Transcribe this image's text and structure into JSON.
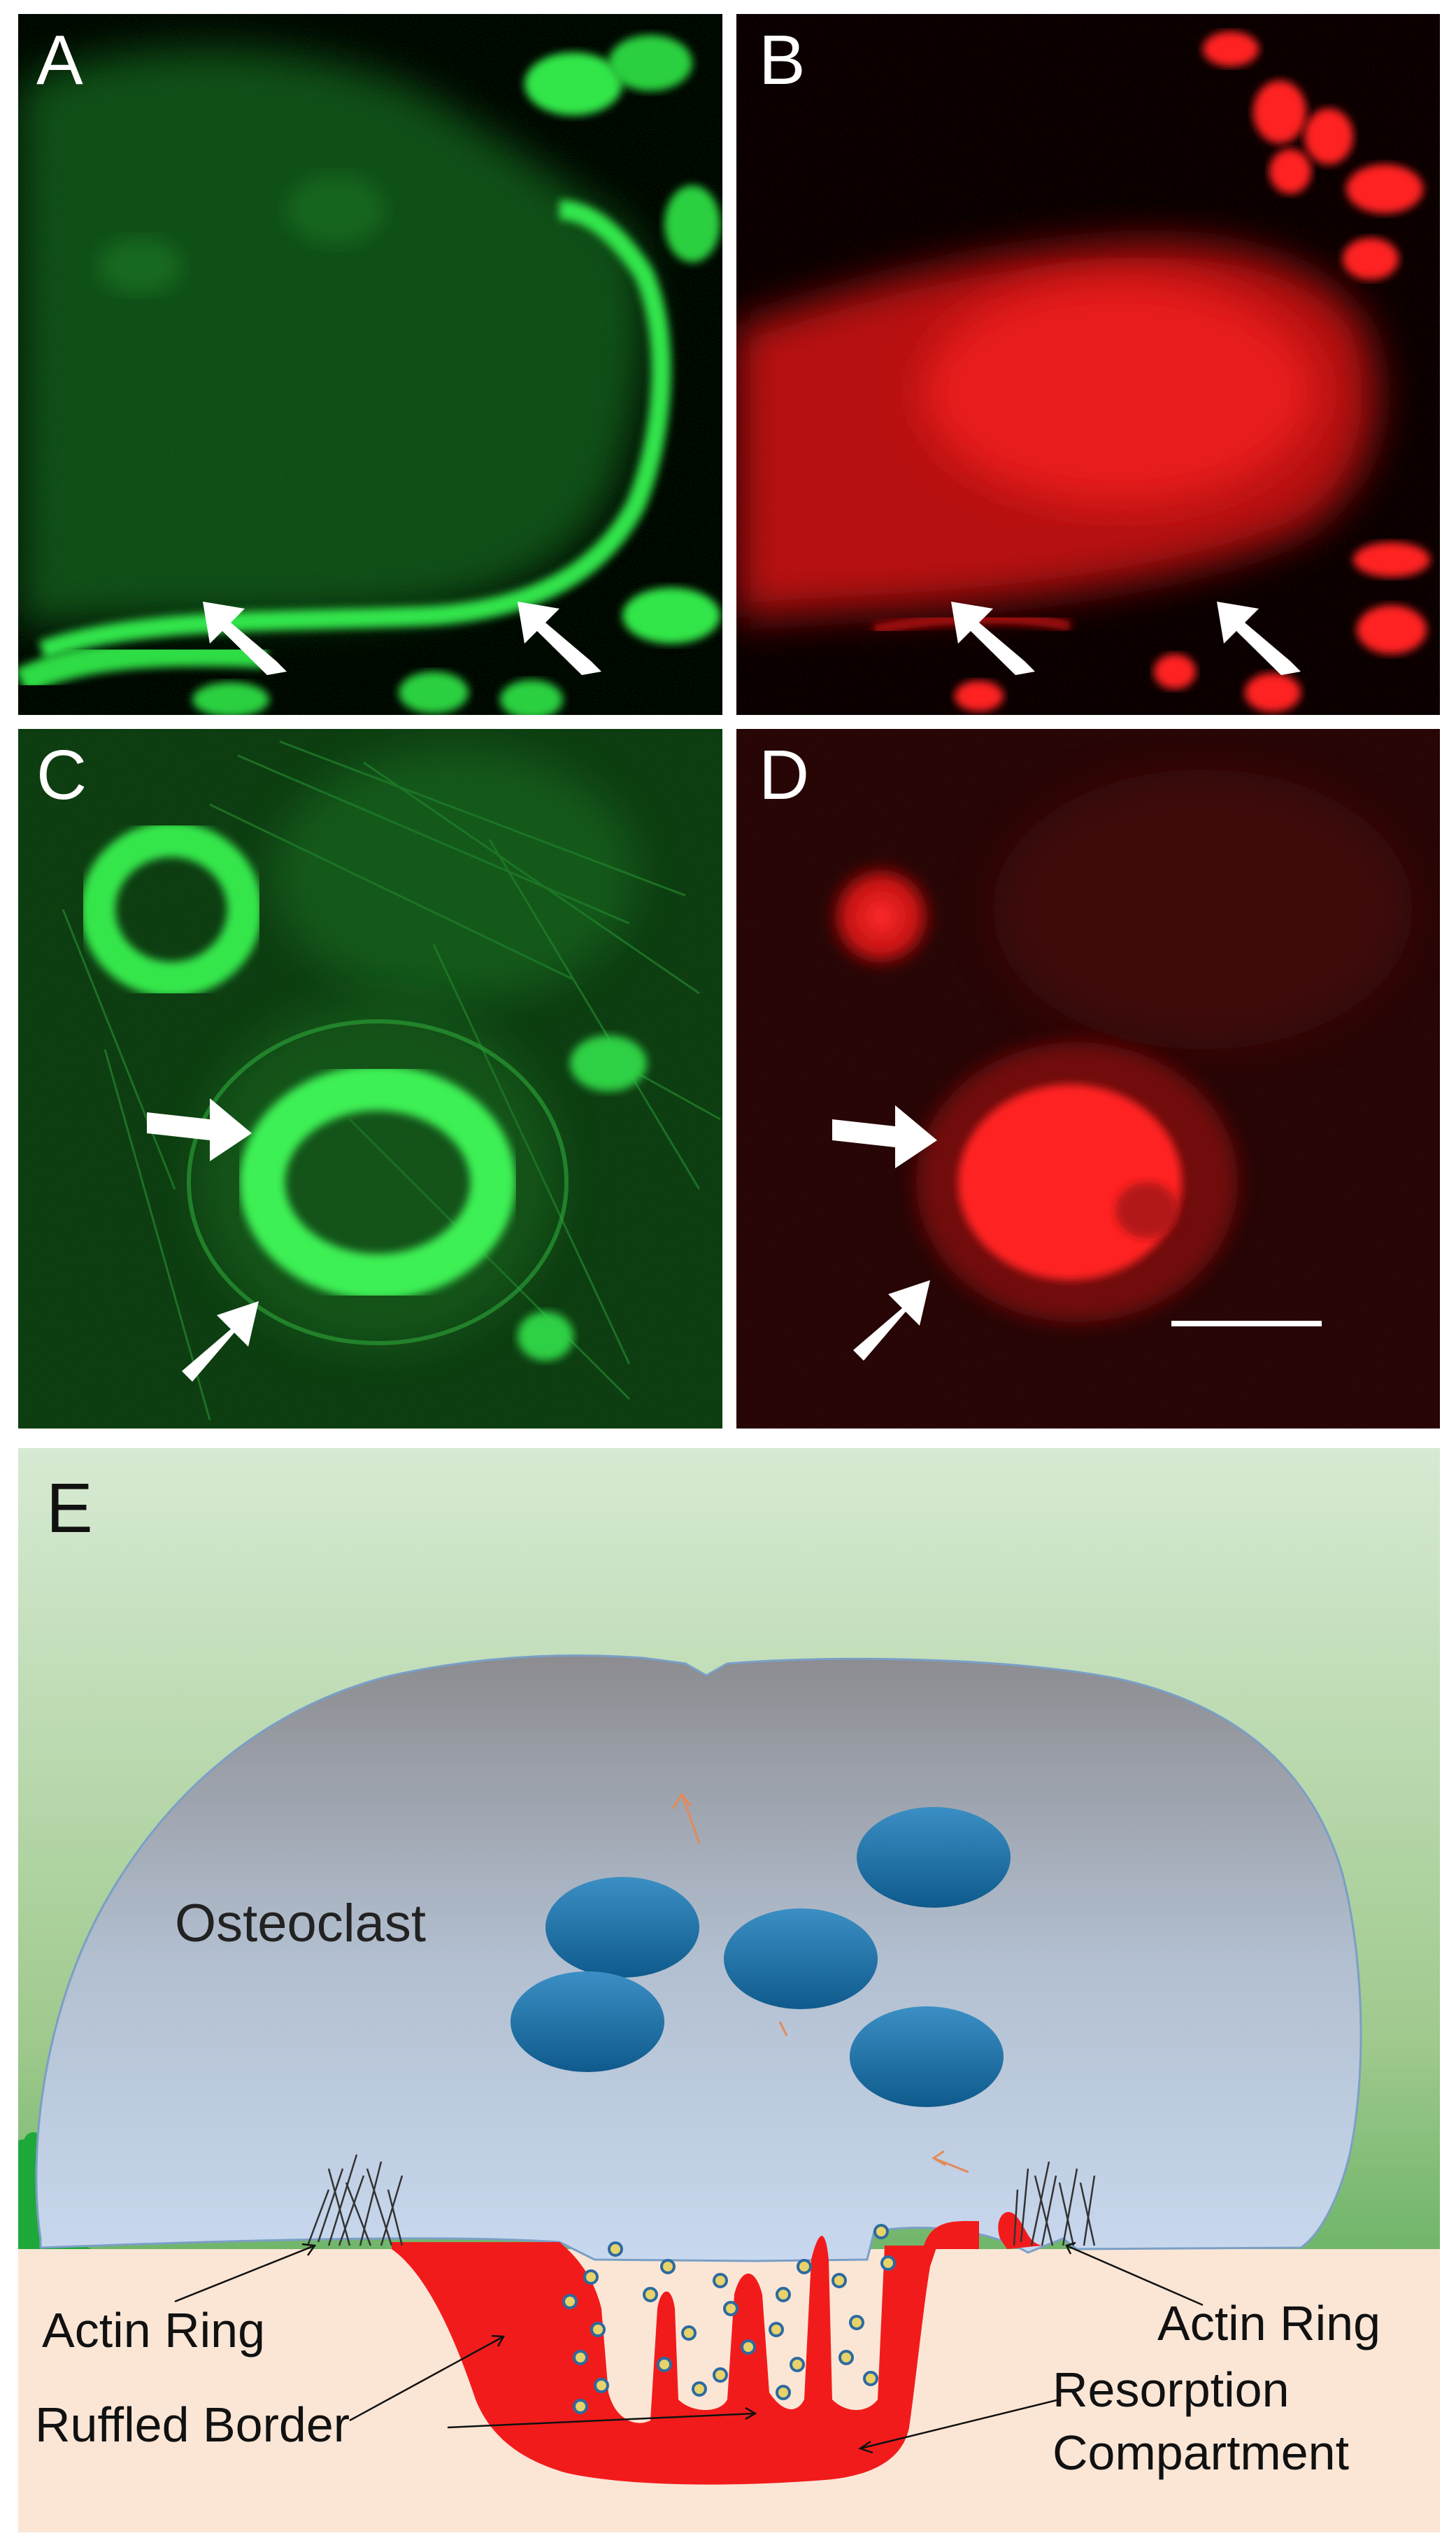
{
  "figure": {
    "panels": {
      "a": {
        "letter": "A",
        "channel": "green"
      },
      "b": {
        "letter": "B",
        "channel": "red"
      },
      "c": {
        "letter": "C",
        "channel": "green"
      },
      "d": {
        "letter": "D",
        "channel": "red"
      },
      "e": {
        "letter": "E"
      }
    },
    "schematic": {
      "cell_label": "Osteoclast",
      "actin_ring_left": "Actin Ring",
      "actin_ring_right": "Actin Ring",
      "ruffled_border": "Ruffled Border",
      "resorption_line1": "Resorption",
      "resorption_line2": "Compartment"
    },
    "colors": {
      "green_stain": "#2ee84a",
      "red_stain": "#ff1a1a",
      "nucleus": "#1a6fa8",
      "bone": "#fbe6d6",
      "resorption": "#f21b1b"
    }
  }
}
